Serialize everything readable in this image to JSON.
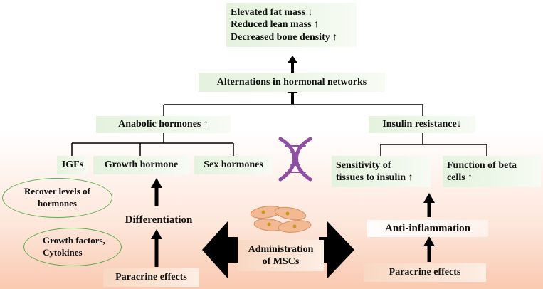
{
  "outcomes": {
    "line1": "Elevated fat mass ↓",
    "line2": "Reduced lean mass ↑",
    "line3": "Decreased bone density ↑"
  },
  "hormonal_networks": "Alternations in hormonal networks",
  "anabolic_hormones": "Anabolic hormones ↑",
  "insulin_resistance": "Insulin resistance↓",
  "igfs": "IGFs",
  "growth_hormone": "Growth hormone",
  "sex_hormones": "Sex hormones",
  "sensitivity": {
    "line1": "Sensitivity of",
    "line2": "tissues to insulin ↑"
  },
  "beta_cells": {
    "line1": "Function of beta",
    "line2": "cells ↑"
  },
  "recover_levels": {
    "line1": "Recover levels of",
    "line2": "hormones"
  },
  "differentiation": "Differentiation",
  "growth_factors": {
    "line1": "Growth factors,",
    "line2": "Cytokines"
  },
  "paracrine_left": "Paracrine effects",
  "administration": {
    "line1": "Administration",
    "line2": "of MSCs"
  },
  "anti_inflammation": "Anti-inflammation",
  "paracrine_right": "Paracrine effects",
  "colors": {
    "green_box": "#e6f3e0",
    "peach_box": "#f9d9c4",
    "ellipse_border": "#5bb04a",
    "dna": "#8e4fa3",
    "cells": "#f0b08a",
    "arrow": "#000000"
  }
}
